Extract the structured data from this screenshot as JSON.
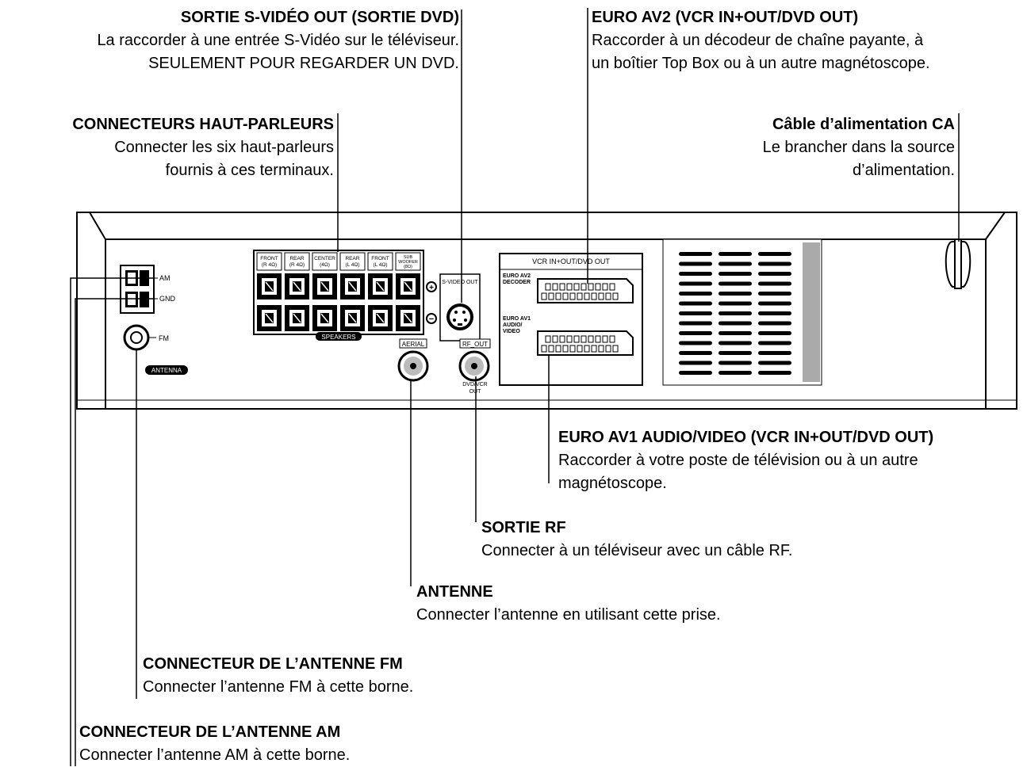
{
  "callouts": {
    "svideo": {
      "title": "SORTIE S-VIDÉO OUT (SORTIE DVD)",
      "lines": [
        "La raccorder à une entrée S-Vidéo sur le téléviseur.",
        "SEULEMENT POUR REGARDER UN DVD."
      ]
    },
    "euro_av2": {
      "title": "EURO AV2 (VCR IN+OUT/DVD OUT)",
      "lines": [
        "Raccorder à un décodeur de chaîne payante, à",
        "un boîtier Top Box ou à un autre magnétoscope."
      ]
    },
    "speakers": {
      "title": "CONNECTEURS HAUT-PARLEURS",
      "lines": [
        "Connecter les six haut-parleurs",
        "fournis à ces terminaux."
      ]
    },
    "power": {
      "title": "Câble d’alimentation CA",
      "lines": [
        "Le brancher dans la source",
        "d’alimentation."
      ]
    },
    "euro_av1": {
      "title": "EURO AV1 AUDIO/VIDEO (VCR IN+OUT/DVD OUT)",
      "lines": [
        "Raccorder à votre poste de télévision ou à un autre",
        "magnétoscope."
      ]
    },
    "rf_out": {
      "title": "SORTIE RF",
      "lines": [
        "Connecter à un téléviseur avec un câble RF."
      ]
    },
    "antenna": {
      "title": "ANTENNE",
      "lines": [
        "Connecter l’antenne en utilisant cette prise."
      ]
    },
    "fm": {
      "title": "CONNECTEUR DE L’ANTENNE FM",
      "lines": [
        "Connecter l’antenne FM à cette borne."
      ]
    },
    "am": {
      "title": "CONNECTEUR DE L’ANTENNE AM",
      "lines": [
        "Connecter l’antenne AM à cette borne."
      ]
    }
  },
  "panel": {
    "am": "AM",
    "gnd": "GND",
    "fm": "FM",
    "antenna": "ANTENNA",
    "speakers": "SPEAKERS",
    "speaker_labels": [
      [
        "FRONT",
        "(R 4Ω)"
      ],
      [
        "REAR",
        "(R 4Ω)"
      ],
      [
        "CENTER",
        "(4Ω)"
      ],
      [
        "REAR",
        "(L 4Ω)"
      ],
      [
        "FRONT",
        "(L 4Ω)"
      ],
      [
        "SUB",
        "WOOFER",
        "(8Ω)"
      ]
    ],
    "svideo_out": "S-VIDEO OUT",
    "aerial": "AERIAL",
    "rf_out": "RF_OUT",
    "dvd_vcr_out": [
      "DVD/VCR",
      "OUT"
    ],
    "vcr_header": "VCR IN+OUT/DVD OUT",
    "euro_av2_label": [
      "EURO AV2",
      "DECODER"
    ],
    "euro_av1_label": [
      "EURO AV1",
      "AUDIO/",
      "VIDEO"
    ]
  }
}
